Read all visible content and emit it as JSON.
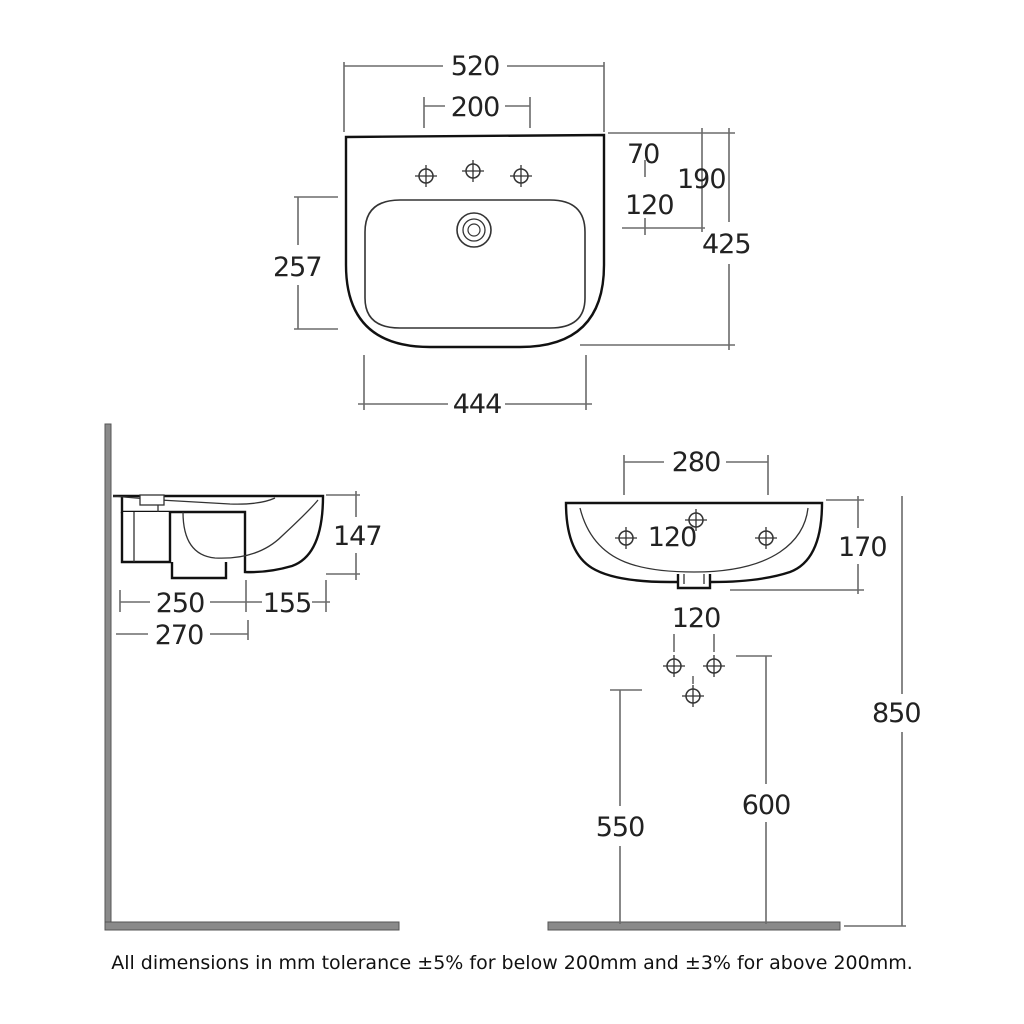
{
  "plan_view": {
    "width_overall": "520",
    "tap_centres": "200",
    "tap_offset": "70",
    "waste_from_top": "190",
    "tap_to_waste": "120",
    "depth_overall": "425",
    "bowl_depth": "257",
    "bowl_width": "444"
  },
  "side_view": {
    "height": "147",
    "pedestal_depth": "250",
    "front_projection": "155",
    "back_depth": "270"
  },
  "front_view": {
    "bowl_width": "280",
    "tap_spacing": "120",
    "basin_height": "170",
    "supply_spacing": "120",
    "supply_height_left": "550",
    "supply_height_right": "600",
    "rim_height": "850"
  },
  "footnote": "All dimensions in mm tolerance ±5% for below 200mm and ±3% for above 200mm.",
  "colors": {
    "outline": "#111111",
    "dimension_line": "#6b6b6b",
    "wall": "#8a8a8a"
  }
}
